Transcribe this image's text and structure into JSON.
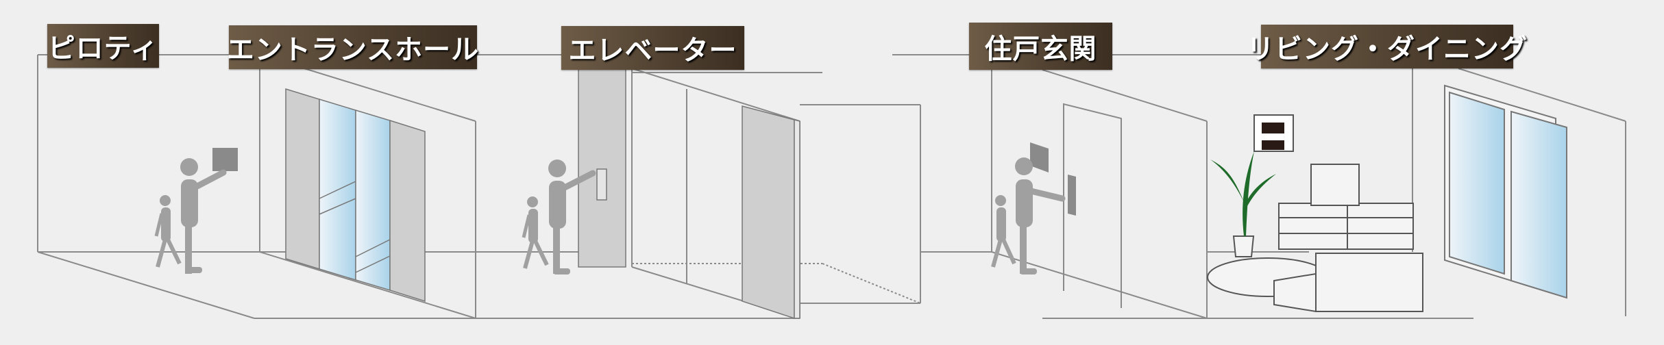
{
  "labels": {
    "piloti": "ピロティ",
    "entrance_hall": "エントランスホール",
    "elevator": "エレベーター",
    "unit_entrance": "住戸玄関",
    "living_dining": "リビング・ダイニング"
  },
  "colors": {
    "background": "#efefef",
    "label_bg": "#4e3f2f",
    "line": "#888888",
    "figure": "#a0a0a0",
    "panel": "#cfcfcf",
    "glass": "#a9d3ea",
    "plant": "#1e6b2a"
  }
}
